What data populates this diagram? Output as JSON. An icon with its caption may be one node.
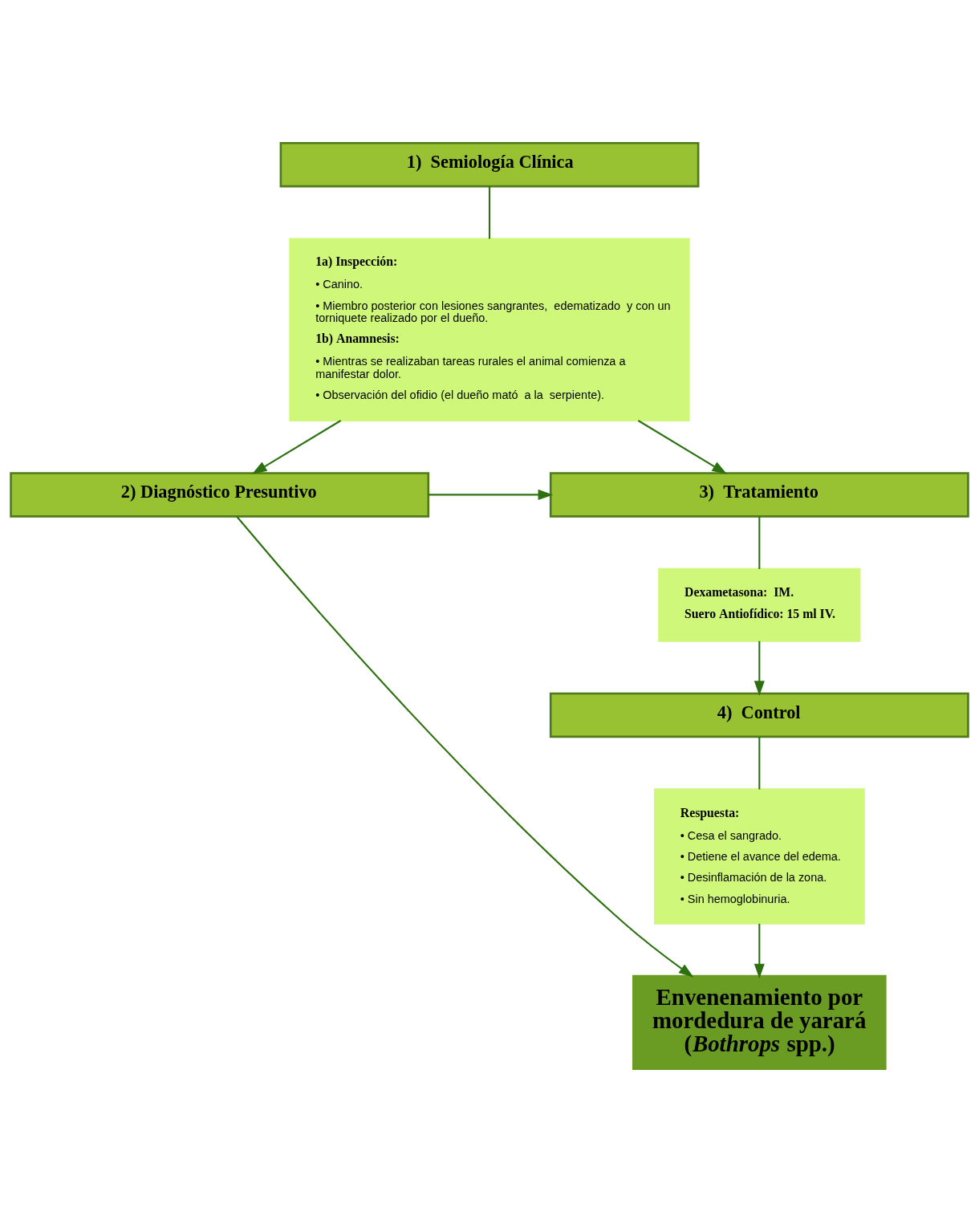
{
  "diagram": {
    "nodes": [
      {
        "text": [
          "1)  Semiología Clínica"
        ]
      },
      {
        "text": [
          "1a) Inspección:",
          "• Canino.",
          "• Miembro posterior con lesiones sangrantes,  edematizado  y con un torniquete realizado por el dueño.",
          "1b) Anamnesis:",
          "• Mientras se realizaban tareas rurales el animal comienza a manifestar dolor.",
          "• Observación del ofidio (el dueño mató  a la  serpiente)."
        ]
      },
      {
        "text": [
          "2) Diagnóstico Presuntivo"
        ]
      },
      {
        "text": [
          "3)  Tratamiento"
        ]
      },
      {
        "text": [
          "Dexametasona:  IM.",
          "Suero Antiofídico: 15 ml IV."
        ]
      },
      {
        "text": [
          "4)  Control"
        ]
      },
      {
        "text": [
          "Respuesta:",
          "• Cesa el sangrado.",
          "• Detiene el avance del edema.",
          "• Desinflamación de la zona.",
          "• Sin hemoglobinuria."
        ]
      },
      {
        "text": [
          "Envenenamiento por mordedura de yarará (*Bothrops* spp.)"
        ]
      }
    ],
    "edges": [
      {
        "from": 0,
        "to": 1,
        "arrow": "none"
      },
      {
        "from": 1,
        "to": 2,
        "arrow": "to"
      },
      {
        "from": 1,
        "to": 3,
        "arrow": "to"
      },
      {
        "from": 2,
        "to": 3,
        "arrow": "to"
      },
      {
        "from": 2,
        "to": 7,
        "arrow": "to"
      },
      {
        "from": 3,
        "to": 4,
        "arrow": "none"
      },
      {
        "from": 4,
        "to": 5,
        "arrow": "to"
      },
      {
        "from": 5,
        "to": 6,
        "arrow": "none"
      },
      {
        "from": 6,
        "to": 7,
        "arrow": "to"
      }
    ]
  }
}
